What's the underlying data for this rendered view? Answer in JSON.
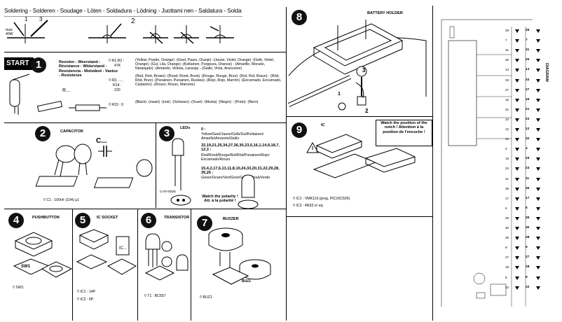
{
  "languages_line": "Soldering - Solderen - Soudage - Löten - Soldadura - Lödning - Juottami nen - Saldatura - Solda",
  "solder_steps": {
    "s1": "1",
    "s3": "3",
    "s2": "2",
    "iron_max": "max",
    "iron_watt": "40W"
  },
  "start": "START",
  "steps": {
    "s1": "1",
    "s2": "2",
    "s3": "3",
    "s4": "4",
    "s5": "5",
    "s6": "6",
    "s7": "7",
    "s8": "8",
    "s9": "9"
  },
  "resistor": {
    "title": "Resistor - Weerstand - Résistance - Widerstand - Resistencia - Motstånd - Vastus - Resistenze",
    "r_label": "R...",
    "r1r2_label": "R1,R2 :",
    "r1r2_value": "47K",
    "r1r2_colors": "(Yellow, Purple, Orange) -(Geel, Paars, Oranje) -(Jaune, Violet, Orange) -(Gelb, Violet, Orange)- (Gul, Lila, Orange) -(Keltainen, Purppura, Oranssi) - (Amarillo, Morado, Naranjado) -(Amarelo, Violeta, Laranja) - (Giallo, Viola, Arancione)",
    "r3_label": "R3, ... ,",
    "r14_label": "R14 :",
    "r3_value": "220",
    "r3_colors": "(Red, Red, Brown) -(Rood, Rood, Bruin) -(Rouge, Rouge, Brun) -(Rot, Rot, Braun) - (Röd, Röd, Brun) -(Punainen, Punainen, Ruskea) -(Rojo, Rojo, Marrón) -(Encarnado, Encarnado, Castanho) -(Rosso, Rosso, Marrone)",
    "r15_label": "R15 : 0",
    "r15_colors": "(Black) -(zwart) -(noir) -(Schwarz) -(Svart) -(Musta) -(Negro) - (Preto) -(Nero)"
  },
  "capacitor": {
    "title": "CAPACITOR",
    "c_label": "C...",
    "c1": "C1 : 100nF (104) µ1"
  },
  "leds": {
    "title": "LEDs",
    "intro": "0 :",
    "yellow_title": "Yellow/Geel/Jaune/Gelb/Gul/Keltainen/ Amarillo/Amarelo/Giallo",
    "red_list": "32,19,21,25,34,27,36,30,23,5,16,1,14,9,18,7, 12,3 :",
    "red_names": "Red/Rood/Rouge/Rot/Röd/Punainen/Rojo/ Encarnado/Rosso",
    "green_list": "15,4,2,17,6,13,11,8,10,24,33,20,31,22,29,28, 35,26 :",
    "green_names": "Green/Groen/Vert/Grün/Grön/Vihreä/Verde",
    "cathode": "CATHODE",
    "polarity": "Watch the polarity ! Att. à la polarité !"
  },
  "battery": {
    "title": "BATTERY HOLDER",
    "n1": "1",
    "n2": "2",
    "n3": "3"
  },
  "ic": {
    "title": "IC",
    "notch_warning": "Watch the position of the notch ! Attention à la position de l'encoche !",
    "ic1": "IC1 : VMK119 (prog. PIC16C505)",
    "ic2": "IC2 : 4N33 or eq."
  },
  "pushbutton": {
    "title": "PUSHBUTTON",
    "sw1": "SW1"
  },
  "icsocket": {
    "title": "IC SOCKET",
    "ic_label": "IC...",
    "ic1": "IC1 : 14P",
    "ic2": "IC2 : 6P"
  },
  "transistor": {
    "title": "TRANSISTOR",
    "t1": "T1 : BC557"
  },
  "buzzer": {
    "title": "BUZZER",
    "label": "BUZ1",
    "part": "BUZ1"
  },
  "diagram": {
    "title": "DIAGRAM",
    "left_pins": [
      "29",
      "7",
      "31",
      "25",
      "14",
      "33",
      "27",
      "16",
      "21",
      "23",
      "12",
      "32",
      "4",
      "19",
      "24",
      "11",
      "35",
      "17",
      "6",
      "26",
      "30",
      "28",
      "9",
      "27",
      "18",
      "8",
      "22"
    ],
    "right_pins": [
      "29",
      "7",
      "31",
      "25",
      "14",
      "33",
      "27",
      "16",
      "21",
      "23",
      "12",
      "32",
      "4",
      "19",
      "24",
      "11",
      "35",
      "17",
      "6",
      "26",
      "30",
      "28",
      "9",
      "27",
      "18",
      "8",
      "22"
    ]
  }
}
